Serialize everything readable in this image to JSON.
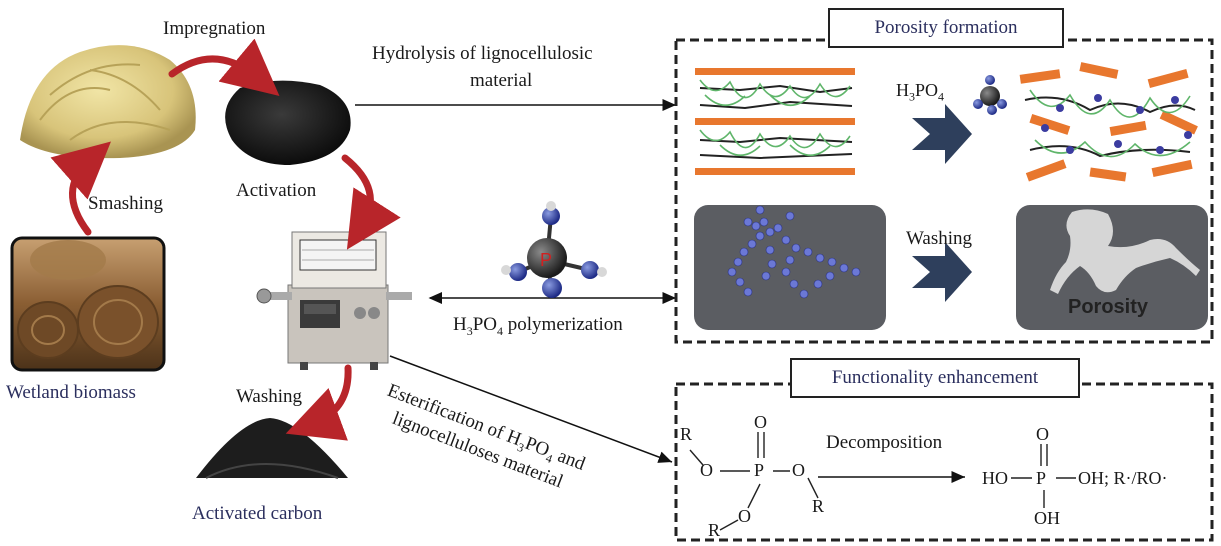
{
  "process": {
    "impregnation": "Impregnation",
    "smashing": "Smashing",
    "activation": "Activation",
    "washing": "Washing",
    "wetland_biomass": "Wetland biomass",
    "activated_carbon": "Activated carbon",
    "hydrolysis_line1": "Hydrolysis of lignocellulosic",
    "hydrolysis_line2": "material",
    "polymerization": "polymerization",
    "esterification_line1": "Esterification of H",
    "esterification_mid": "PO",
    "esterification_and": "and",
    "esterification_line2": "lignocelluloses material"
  },
  "porosity_box": {
    "title": "Porosity formation",
    "reagent": "H",
    "washing": "Washing",
    "porosity": "Porosity"
  },
  "functionality_box": {
    "title": "Functionality enhancement",
    "decomposition": "Decomposition",
    "products": "OH; R·/RO·",
    "ho": "HO",
    "oh_bottom": "OH",
    "p": "P",
    "o": "O",
    "r": "R"
  },
  "formula": {
    "h": "H",
    "three": "3",
    "po": "PO",
    "four": "4"
  },
  "colors": {
    "arrow_red": "#b8252a",
    "dark_blue": "#2e3f5c",
    "orange": "#e8772e",
    "green": "#5fb56a",
    "panel_grey": "#5b5d62"
  }
}
